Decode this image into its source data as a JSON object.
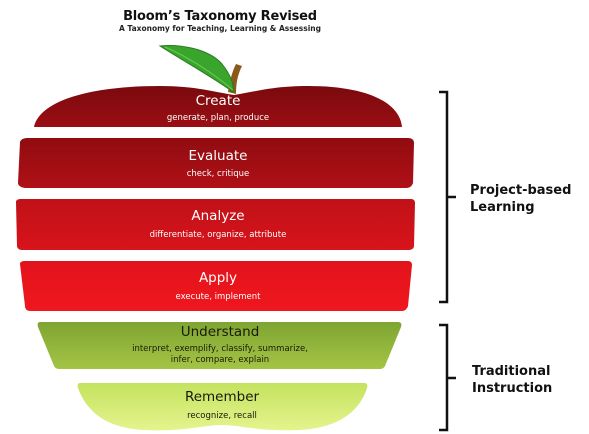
{
  "header": {
    "title": "Bloom’s Taxonomy Revised",
    "subtitle": "A Taxonomy for Teaching, Learning & Assessing"
  },
  "levels": [
    {
      "name": "Create",
      "verbs": "generate, plan, produce",
      "color": "#8b0b10"
    },
    {
      "name": "Evaluate",
      "verbs": "check, critique",
      "color": "#a10d12"
    },
    {
      "name": "Analyze",
      "verbs": "differentiate, organize, attribute",
      "color": "#c8121a"
    },
    {
      "name": "Apply",
      "verbs": "execute, implement",
      "color": "#e8141c"
    },
    {
      "name": "Understand",
      "verbs_line1": "interpret, exemplify, classify, summarize,",
      "verbs_line2": "infer, compare, explain",
      "color": "#8fb43a"
    },
    {
      "name": "Remember",
      "verbs": "recognize, recall",
      "color": "#cfe86e"
    }
  ],
  "groups": [
    {
      "line1": "Project-based",
      "line2": "Learning"
    },
    {
      "line1": "Traditional",
      "line2": "Instruction"
    }
  ],
  "colors": {
    "leaf": "#3aa52c",
    "stem": "#8a5a1c",
    "bracket": "#111111"
  }
}
